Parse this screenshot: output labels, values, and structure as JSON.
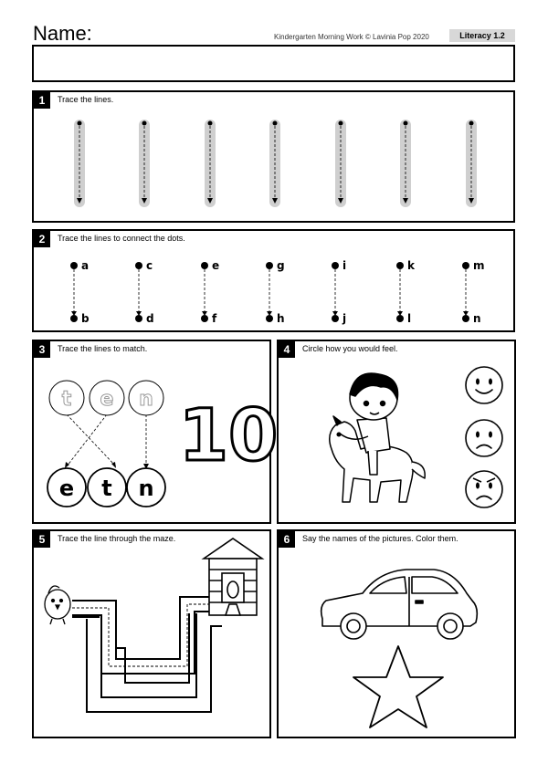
{
  "header": {
    "name_label": "Name:",
    "credit": "Kindergarten Morning Work © Lavinia Pop 2020",
    "badge": "Literacy 1.2"
  },
  "sections": [
    {
      "number": "1",
      "title": "Trace the lines."
    },
    {
      "number": "2",
      "title": "Trace the lines to connect the dots.",
      "top_letters": [
        "a",
        "c",
        "e",
        "g",
        "i",
        "k",
        "m"
      ],
      "bottom_letters": [
        "b",
        "d",
        "f",
        "h",
        "j",
        "l",
        "n"
      ]
    },
    {
      "number": "3",
      "title": "Trace the lines to match.",
      "top_letters": [
        "t",
        "e",
        "n"
      ],
      "bottom_letters": [
        "e",
        "t",
        "n"
      ],
      "big_number": "10"
    },
    {
      "number": "4",
      "title": "Circle how you would feel.",
      "faces": [
        "happy-face-icon",
        "sad-face-icon",
        "angry-face-icon"
      ]
    },
    {
      "number": "5",
      "title": "Trace the line through the maze."
    },
    {
      "number": "6",
      "title": "Say the names of the pictures. Color them."
    }
  ]
}
